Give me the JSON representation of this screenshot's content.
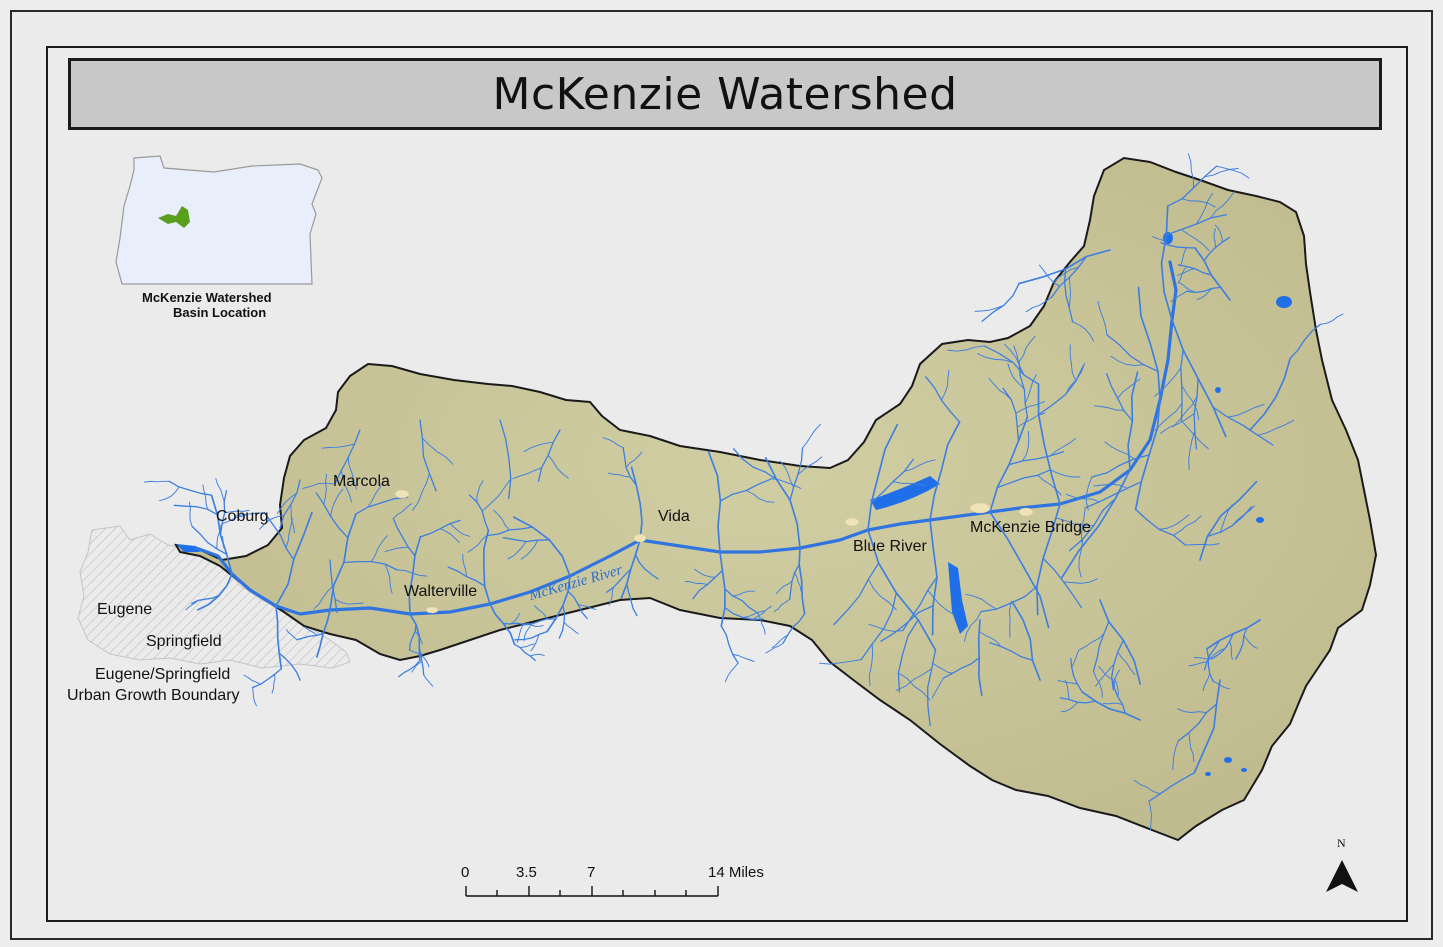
{
  "title": "McKenzie Watershed",
  "inset": {
    "caption_line1": "McKenzie Watershed",
    "caption_line2": "Basin Location",
    "state_fill": "#e8eefa",
    "watershed_fill": "#5a9e1e"
  },
  "places": {
    "marcola": "Marcola",
    "coburg": "Coburg",
    "vida": "Vida",
    "walterville": "Walterville",
    "blue_river": "Blue River",
    "mckenzie_bridge": "McKenzie Bridge",
    "eugene": "Eugene",
    "springfield": "Springfield"
  },
  "river_label": "McKenzie River",
  "ugb": {
    "line1": "Eugene/Springfield",
    "line2": "Urban Growth Boundary"
  },
  "scale_bar": {
    "ticks": [
      "0",
      "3.5",
      "7",
      "14 Miles"
    ]
  },
  "north_arrow": {
    "label": "N",
    "icon": "north-arrow-icon"
  },
  "colors": {
    "terrain": "#c9c59a",
    "streams": "#3d7fe0",
    "lakes": "#1f6fe8",
    "ugb_hatch": "#bdbdbd",
    "title_bg": "#c8c8c8"
  }
}
